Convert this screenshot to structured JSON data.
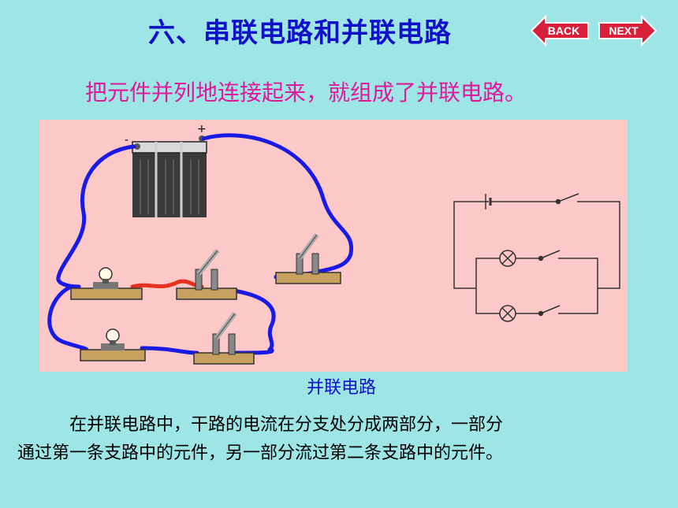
{
  "title": "六、串联电路和并联电路",
  "nav": {
    "back_label": "BACK",
    "next_label": "NEXT"
  },
  "subtitle": "把元件并列地连接起来，就组成了并联电路。",
  "figure": {
    "battery_minus": "-",
    "battery_plus": "+"
  },
  "caption": "并联电路",
  "paragraph": {
    "line1": "在并联电路中，干路的电流在分支处分成两部分，一部分",
    "line2": "通过第一条支路中的元件，另一部分流过第二条支路中的元件。"
  },
  "colors": {
    "background": "#9ee6e6",
    "title": "#1010c8",
    "subtitle": "#e0189a",
    "panel": "#fcc8c8",
    "wire": "#1a1ae6",
    "wire_red": "#e83020",
    "button": "#d8203a"
  }
}
